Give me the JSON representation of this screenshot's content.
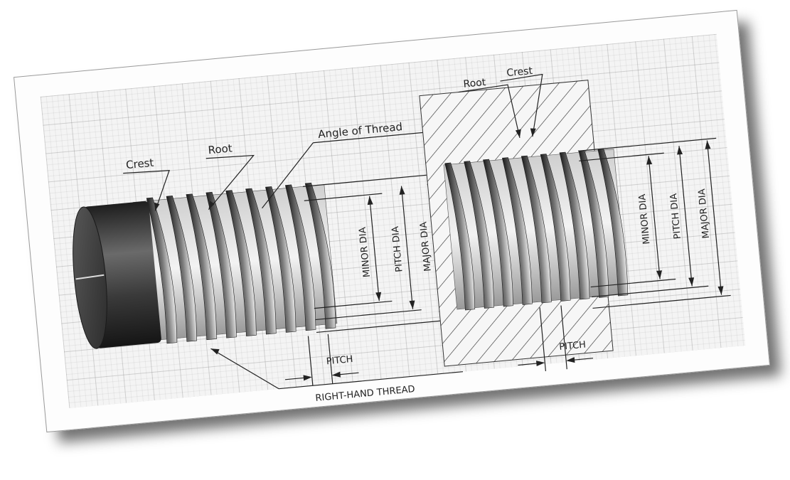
{
  "labels": {
    "crest_left": "Crest",
    "root_left": "Root",
    "angle_of_thread": "Angle of Thread",
    "root_right": "Root",
    "crest_right": "Crest",
    "minor_dia_left": "MINOR DIA",
    "pitch_dia_left": "PITCH DIA",
    "major_dia_left": "MAJOR DIA",
    "pitch_left": "PITCH",
    "right_hand_thread": "RIGHT-HAND THREAD",
    "minor_dia_right": "MINOR DIA",
    "pitch_dia_right": "PITCH DIA",
    "major_dia_right": "MAJOR DIA",
    "pitch_right": "PITCH"
  },
  "icons": [
    "bolt-icon",
    "nut-section-icon"
  ],
  "colors": {
    "metal_dark": "#2f2f2f",
    "metal_light": "#e6e6e6",
    "ink": "#222222"
  }
}
